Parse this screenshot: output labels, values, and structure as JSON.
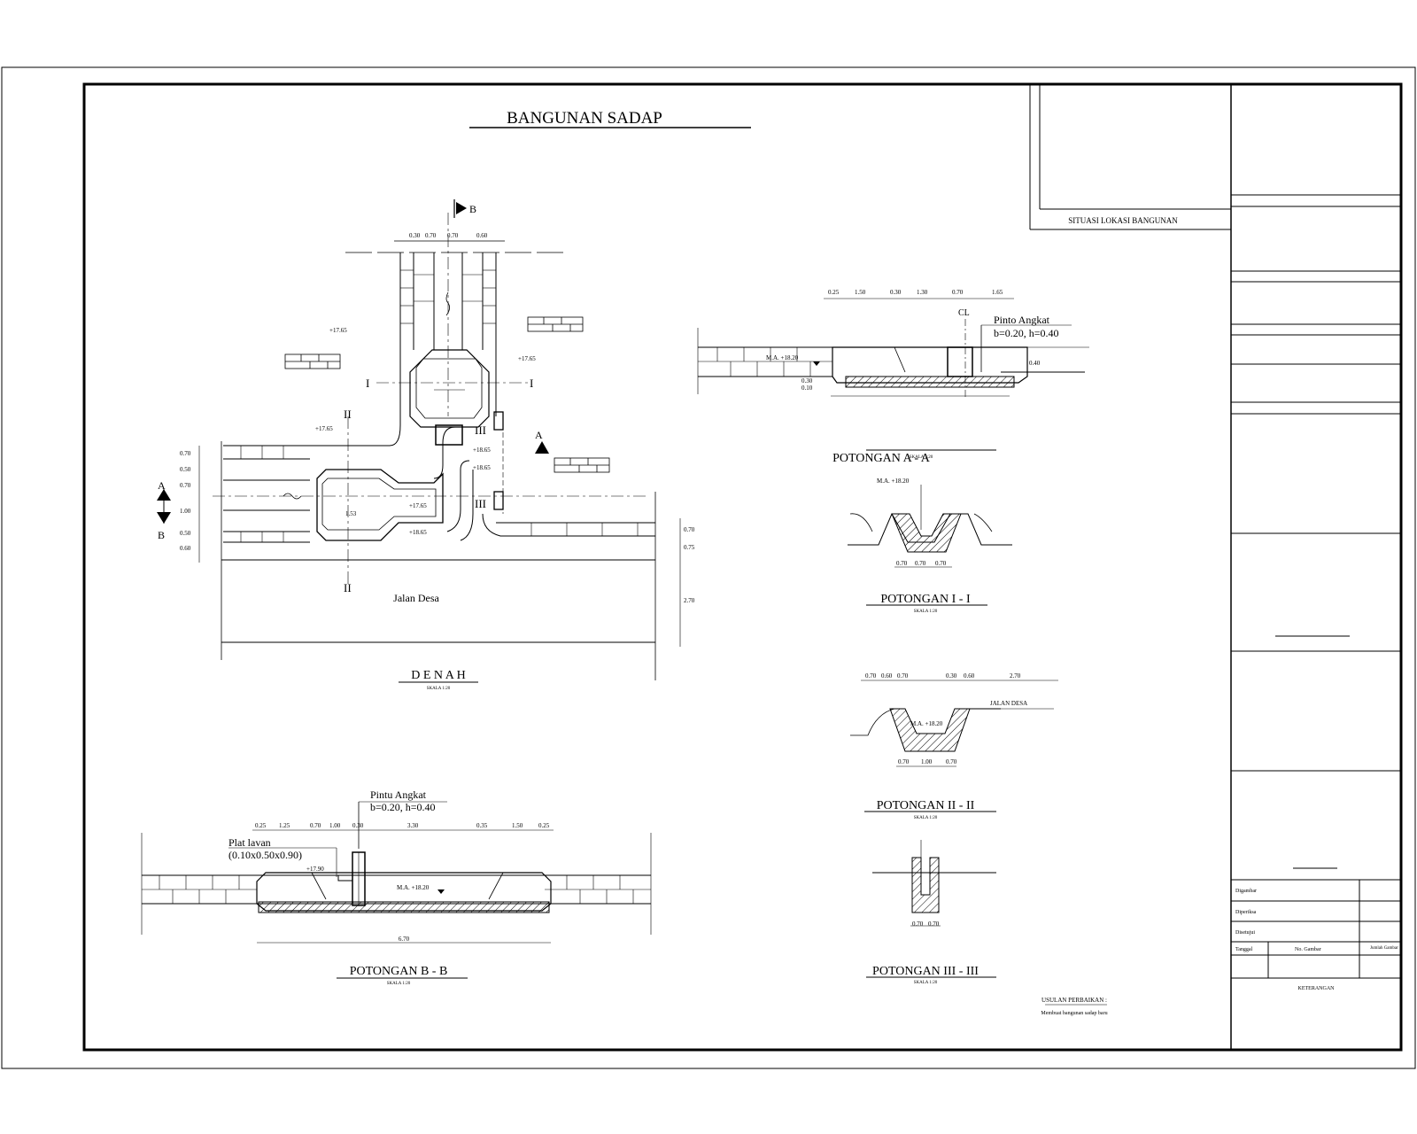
{
  "title": "BANGUNAN SADAP",
  "situasi_label": "SITUASI LOKASI BANGUNAN",
  "views": {
    "denah": {
      "title": "D E N A H",
      "scale": "SKALA 1:20",
      "road": "Jalan Desa",
      "elev_a": "+17.65",
      "elev_b": "+18.65",
      "marks": {
        "A": "A",
        "B": "B",
        "I": "I",
        "II": "II",
        "III": "III"
      },
      "top_dims": [
        "0.30",
        "0.70",
        "0.70",
        "0.60"
      ],
      "left_dims": [
        "0.70",
        "0.50",
        "0.70",
        "1.00",
        "0.50",
        "0.60"
      ],
      "right_dims": [
        "0.70",
        "0.75",
        "2.70"
      ]
    },
    "aa": {
      "title": "POTONGAN  A - A",
      "scale": "SKALA 1:20",
      "gate": "Pinto Angkat",
      "gate_dim": "b=0.20, h=0.40",
      "cl": "CL",
      "ma": "M.A. +18.20",
      "dims": [
        "0.25",
        "1.50",
        "0.30",
        "1.30",
        "0.70",
        "1.65"
      ],
      "sub": [
        "0.30",
        "0.10",
        "0.40"
      ]
    },
    "i": {
      "title": "POTONGAN  I - I",
      "scale": "SKALA 1:20",
      "ma": "M.A. +18.20",
      "dims": [
        "0.70",
        "0.70",
        "0.70"
      ]
    },
    "ii": {
      "title": "POTONGAN  II - II",
      "scale": "SKALA 1:20",
      "road": "JALAN DESA",
      "ma": "M.A. +18.20",
      "top_dims": [
        "0.70",
        "0.60",
        "0.70",
        "0.30",
        "0.60",
        "2.70"
      ],
      "bottom_dims": [
        "0.70",
        "1.00",
        "0.70"
      ]
    },
    "iii": {
      "title": "POTONGAN  III - III",
      "scale": "SKALA 1:20",
      "dims": [
        "0.70",
        "0.70"
      ]
    },
    "bb": {
      "title": "POTONGAN  B - B",
      "scale": "SKALA 1:20",
      "gate": "Pintu Angkat",
      "gate_dim": "b=0.20, h=0.40",
      "plate": "Plat lavan",
      "plate_dim": "(0.10x0.50x0.90)",
      "ma": "M.A. +18.20",
      "dims": [
        "0.25",
        "1.25",
        "0.70",
        "1.00",
        "0.30",
        "3.30",
        "0.35",
        "1.50",
        "0.25"
      ],
      "total": "6.70",
      "elev_c": "+17.90"
    }
  },
  "note_title": "USULAN PERBAIKAN :",
  "note_text": "Membuat bangunan sadap baru",
  "title_block": {
    "rows": [
      "Digambar",
      "Diperiksa",
      "Disetujui"
    ],
    "tanggal": "Tanggal",
    "no_gambar": "No. Gambar",
    "jumlah": "Jumlah Gambar",
    "keterangan": "KETERANGAN"
  }
}
